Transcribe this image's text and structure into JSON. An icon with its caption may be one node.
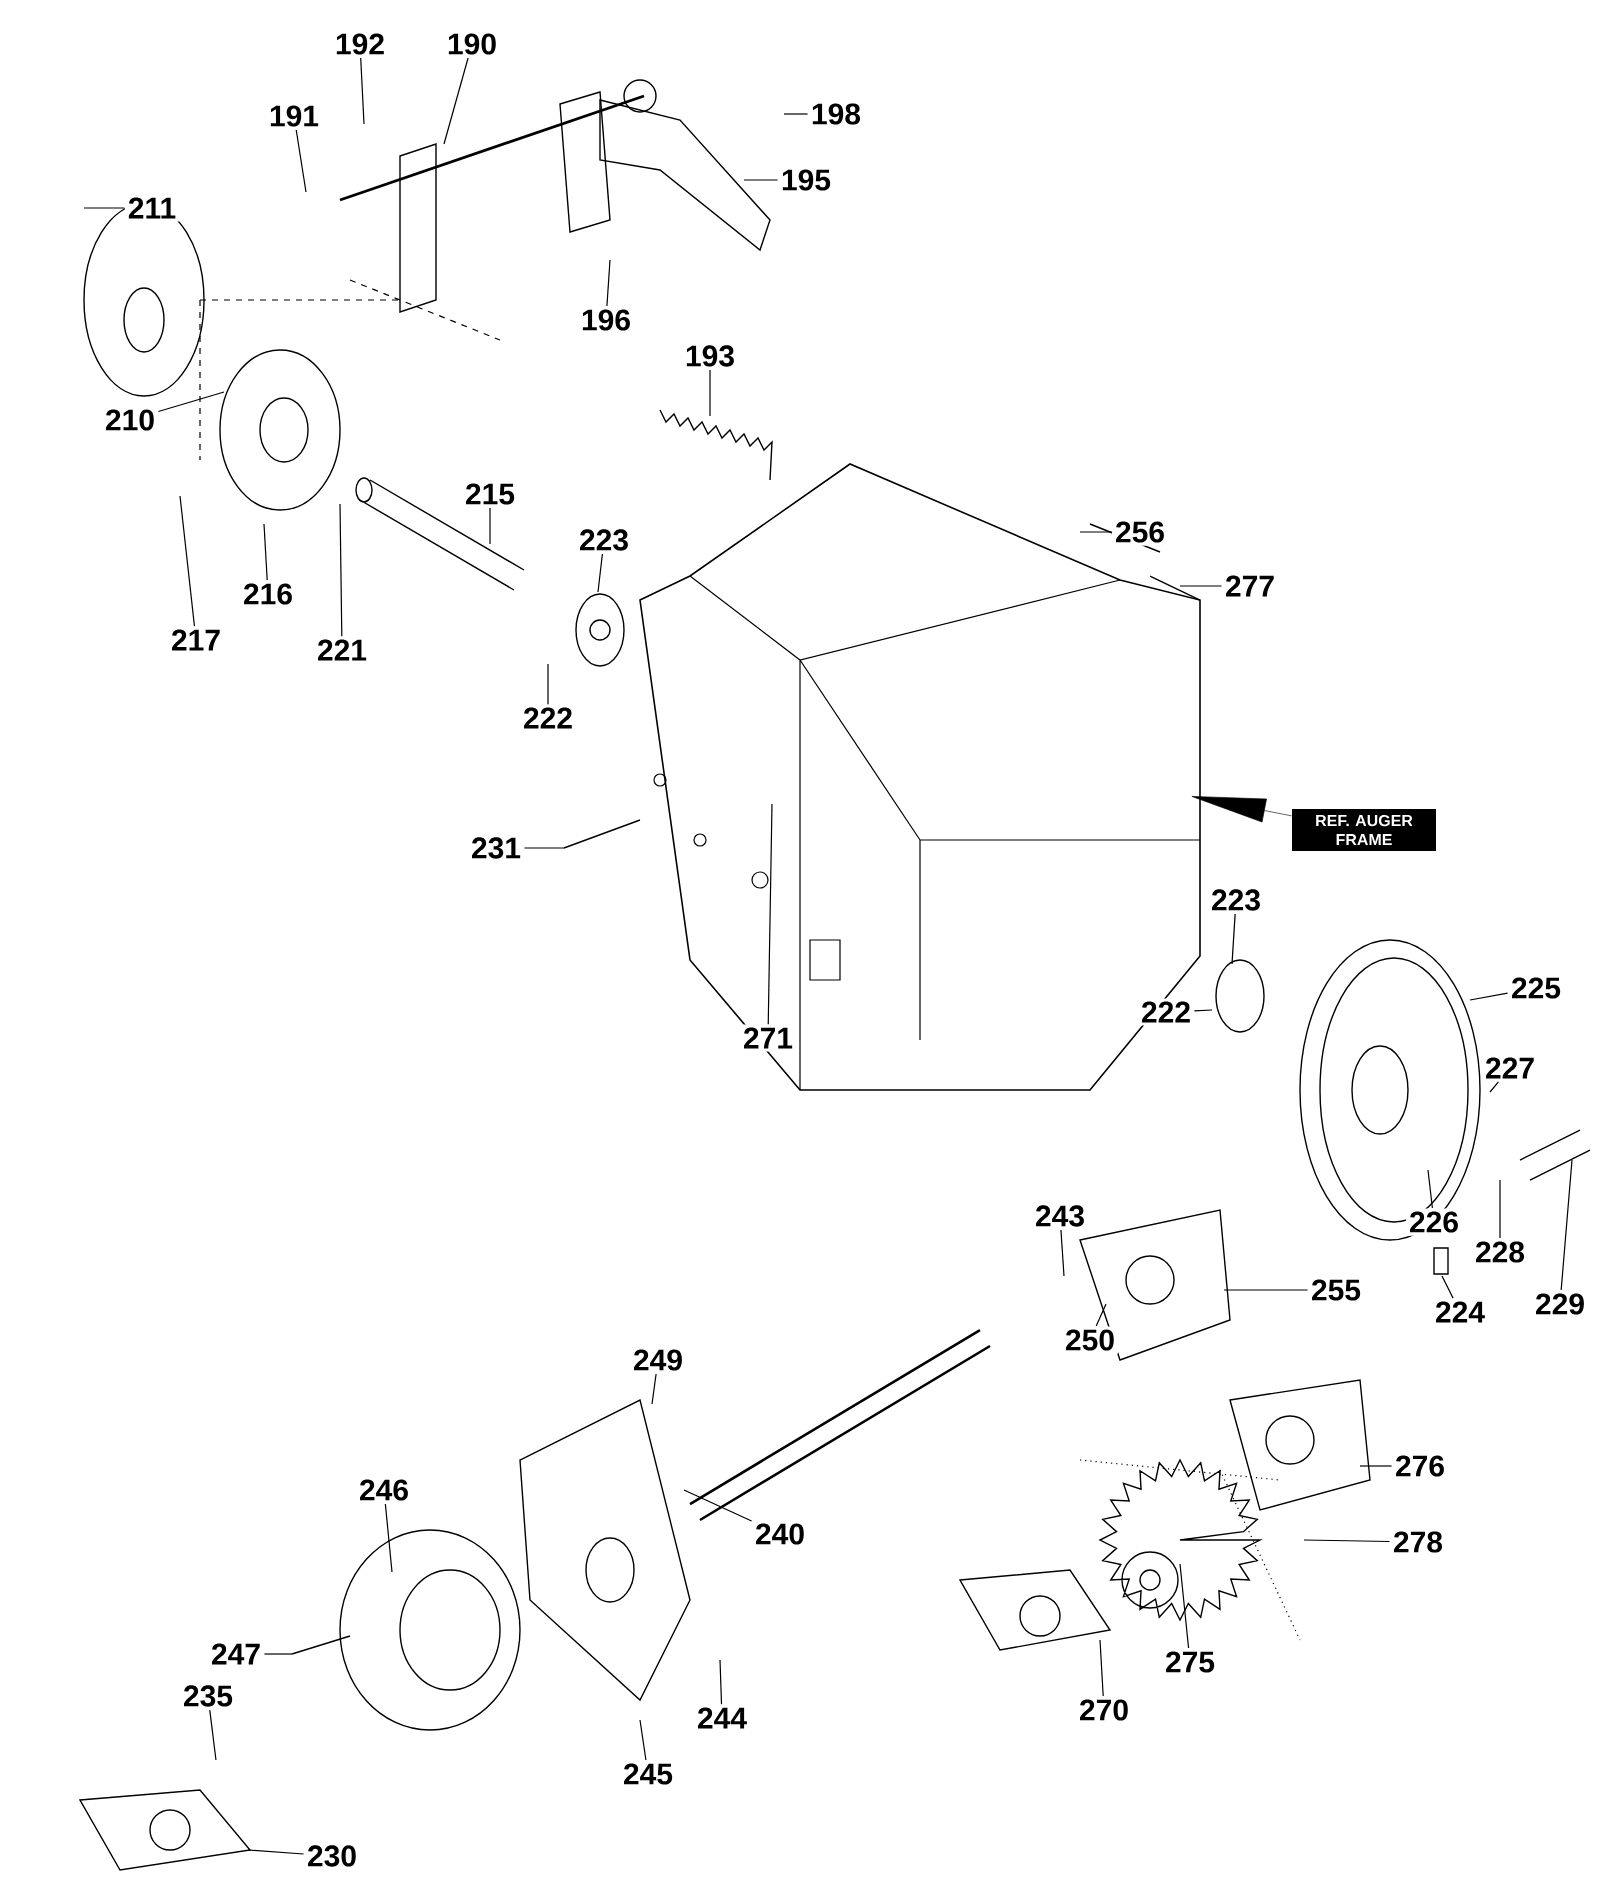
{
  "diagram": {
    "nodes": [
      {
        "text": [
          "192"
        ]
      },
      {
        "text": [
          "190"
        ]
      },
      {
        "text": [
          "191"
        ]
      },
      {
        "text": [
          "198"
        ]
      },
      {
        "text": [
          "211"
        ]
      },
      {
        "text": [
          "195"
        ]
      },
      {
        "text": [
          "196"
        ]
      },
      {
        "text": [
          "193"
        ]
      },
      {
        "text": [
          "210"
        ]
      },
      {
        "text": [
          "215"
        ]
      },
      {
        "text": [
          "223"
        ]
      },
      {
        "text": [
          "256"
        ]
      },
      {
        "text": [
          "277"
        ]
      },
      {
        "text": [
          "217"
        ]
      },
      {
        "text": [
          "216"
        ]
      },
      {
        "text": [
          "221"
        ]
      },
      {
        "text": [
          "222"
        ]
      },
      {
        "text": [
          "231"
        ]
      },
      {
        "text": [
          "271"
        ]
      },
      {
        "text": [
          "REF. AUGER FRAME"
        ]
      },
      {
        "text": [
          "223"
        ]
      },
      {
        "text": [
          "225"
        ]
      },
      {
        "text": [
          "222"
        ]
      },
      {
        "text": [
          "227"
        ]
      },
      {
        "text": [
          "226"
        ]
      },
      {
        "text": [
          "228"
        ]
      },
      {
        "text": [
          "224"
        ]
      },
      {
        "text": [
          "229"
        ]
      },
      {
        "text": [
          "243"
        ]
      },
      {
        "text": [
          "255"
        ]
      },
      {
        "text": [
          "250"
        ]
      },
      {
        "text": [
          "249"
        ]
      },
      {
        "text": [
          "276"
        ]
      },
      {
        "text": [
          "246"
        ]
      },
      {
        "text": [
          "240"
        ]
      },
      {
        "text": [
          "278"
        ]
      },
      {
        "text": [
          "247"
        ]
      },
      {
        "text": [
          "275"
        ]
      },
      {
        "text": [
          "235"
        ]
      },
      {
        "text": [
          "244"
        ]
      },
      {
        "text": [
          "270"
        ]
      },
      {
        "text": [
          "245"
        ]
      },
      {
        "text": [
          "230"
        ]
      }
    ],
    "edges": [
      {
        "from": 0,
        "to": null,
        "arrow": "none"
      },
      {
        "from": 1,
        "to": null,
        "arrow": "none"
      },
      {
        "from": 2,
        "to": null,
        "arrow": "none"
      },
      {
        "from": 3,
        "to": null,
        "arrow": "none"
      },
      {
        "from": 4,
        "to": null,
        "arrow": "none"
      },
      {
        "from": 5,
        "to": null,
        "arrow": "none"
      },
      {
        "from": 6,
        "to": null,
        "arrow": "none"
      },
      {
        "from": 7,
        "to": null,
        "arrow": "none"
      },
      {
        "from": 8,
        "to": null,
        "arrow": "none"
      },
      {
        "from": 9,
        "to": null,
        "arrow": "none"
      },
      {
        "from": 10,
        "to": null,
        "arrow": "none"
      },
      {
        "from": 11,
        "to": null,
        "arrow": "none"
      },
      {
        "from": 12,
        "to": null,
        "arrow": "none"
      },
      {
        "from": 13,
        "to": null,
        "arrow": "none"
      },
      {
        "from": 14,
        "to": null,
        "arrow": "none"
      },
      {
        "from": 15,
        "to": null,
        "arrow": "none"
      },
      {
        "from": 16,
        "to": null,
        "arrow": "none"
      },
      {
        "from": 17,
        "to": null,
        "arrow": "none"
      },
      {
        "from": 18,
        "to": null,
        "arrow": "none"
      },
      {
        "from": 19,
        "to": null,
        "arrow": "to"
      },
      {
        "from": 20,
        "to": null,
        "arrow": "none"
      },
      {
        "from": 21,
        "to": null,
        "arrow": "none"
      },
      {
        "from": 22,
        "to": null,
        "arrow": "none"
      },
      {
        "from": 23,
        "to": null,
        "arrow": "none"
      },
      {
        "from": 24,
        "to": null,
        "arrow": "none"
      },
      {
        "from": 25,
        "to": null,
        "arrow": "none"
      },
      {
        "from": 26,
        "to": null,
        "arrow": "none"
      },
      {
        "from": 27,
        "to": null,
        "arrow": "none"
      },
      {
        "from": 28,
        "to": null,
        "arrow": "none"
      },
      {
        "from": 29,
        "to": null,
        "arrow": "none"
      },
      {
        "from": 30,
        "to": null,
        "arrow": "none"
      },
      {
        "from": 31,
        "to": null,
        "arrow": "none"
      },
      {
        "from": 32,
        "to": null,
        "arrow": "none"
      },
      {
        "from": 33,
        "to": null,
        "arrow": "none"
      },
      {
        "from": 34,
        "to": null,
        "arrow": "none"
      },
      {
        "from": 35,
        "to": null,
        "arrow": "none"
      },
      {
        "from": 36,
        "to": null,
        "arrow": "none"
      },
      {
        "from": 37,
        "to": null,
        "arrow": "none"
      },
      {
        "from": 38,
        "to": null,
        "arrow": "none"
      },
      {
        "from": 39,
        "to": null,
        "arrow": "none"
      },
      {
        "from": 40,
        "to": null,
        "arrow": "none"
      },
      {
        "from": 41,
        "to": null,
        "arrow": "none"
      },
      {
        "from": 42,
        "to": null,
        "arrow": "none"
      }
    ]
  }
}
